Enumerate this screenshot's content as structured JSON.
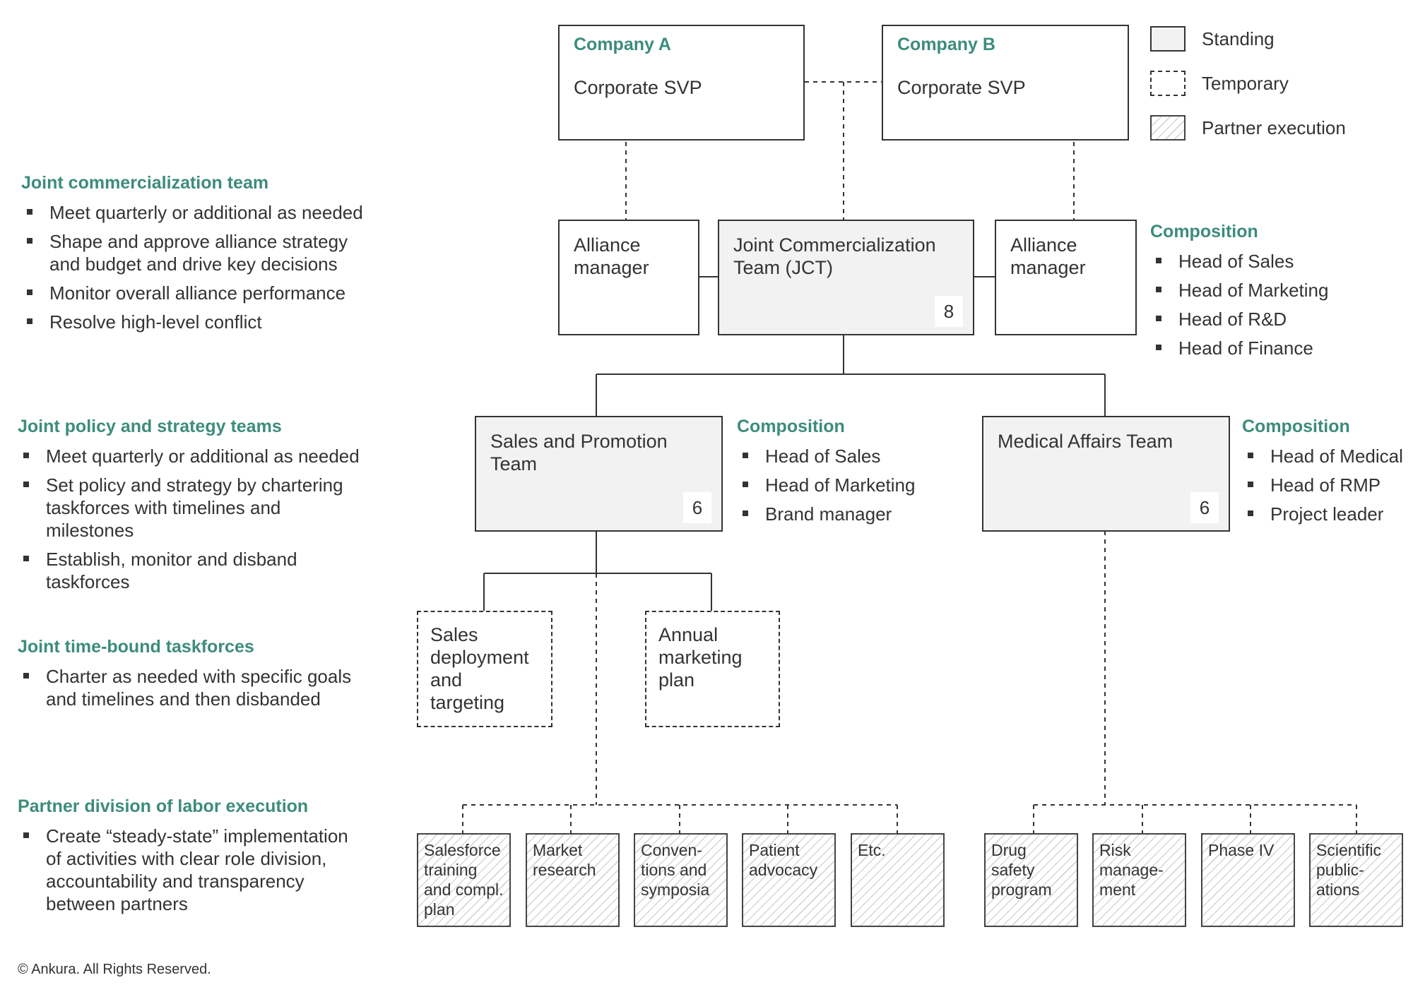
{
  "legend": {
    "standing": "Standing",
    "temporary": "Temporary",
    "partner": "Partner execution"
  },
  "company_a": {
    "name": "Company A",
    "role": "Corporate SVP"
  },
  "company_b": {
    "name": "Company B",
    "role": "Corporate SVP"
  },
  "alliance_manager_a": "Alliance\nmanager",
  "alliance_manager_b": "Alliance\nmanager",
  "jct": {
    "label": "Joint Commercialization\nTeam (JCT)",
    "count": "8"
  },
  "jct_composition": {
    "title": "Composition",
    "items": [
      "Head of Sales",
      "Head of Marketing",
      "Head of R&D",
      "Head of Finance"
    ]
  },
  "sales_team": {
    "label": "Sales and Promotion\nTeam",
    "count": "6"
  },
  "sales_composition": {
    "title": "Composition",
    "items": [
      "Head of Sales",
      "Head of Marketing",
      "Brand manager"
    ]
  },
  "medical_team": {
    "label": "Medical Affairs Team",
    "count": "6"
  },
  "medical_composition": {
    "title": "Composition",
    "items": [
      "Head of Medical",
      "Head of RMP",
      "Project leader"
    ]
  },
  "taskforces": [
    "Sales\ndeployment\nand targeting",
    "Annual\nmarketing\nplan"
  ],
  "sales_execution": [
    "Salesforce\ntraining\nand compl.\nplan",
    "Market\nresearch",
    "Conven-\ntions and\nsymposia",
    "Patient\nadvocacy",
    "Etc."
  ],
  "medical_execution": [
    "Drug\nsafety\nprogram",
    "Risk\nmanage-\nment",
    "Phase IV",
    "Scientific\npublic-\nations"
  ],
  "sections": [
    {
      "title": "Joint commercialization team",
      "items": [
        "Meet quarterly or additional as needed",
        "Shape and approve alliance strategy\nand budget and drive key decisions",
        "Monitor overall alliance performance",
        "Resolve high-level conflict"
      ]
    },
    {
      "title": "Joint policy and strategy teams",
      "items": [
        "Meet quarterly or additional as needed",
        "Set policy and strategy by chartering\ntaskforces with timelines and\nmilestones",
        "Establish, monitor and disband\ntaskforces"
      ]
    },
    {
      "title": "Joint time-bound taskforces",
      "items": [
        "Charter as needed with specific goals\nand timelines and then disbanded"
      ]
    },
    {
      "title": "Partner division of labor execution",
      "items": [
        "Create “steady-state” implementation\nof activities with clear role division,\naccountability and transparency\nbetween partners"
      ]
    }
  ],
  "footer": "© Ankura. All Rights Reserved.",
  "colors": {
    "accent": "#3d8c7c",
    "text": "#333333",
    "fill": "#f2f2f2"
  }
}
